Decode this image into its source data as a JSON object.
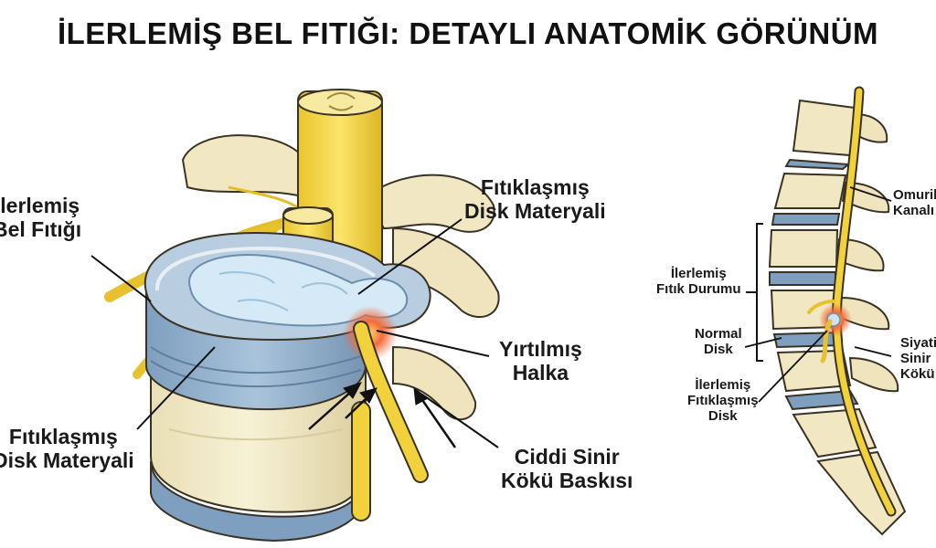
{
  "title": "İLERLEMİŞ BEL FITIĞI: DETAYLI ANATOMİK GÖRÜNÜM",
  "main_view": {
    "label_advanced": [
      "İlerlemiş",
      "Bel Fıtığı"
    ],
    "label_herniated_top": [
      "Fıtıklaşmış",
      "Disk Materyali"
    ],
    "label_torn_ring": [
      "Yırtılmış",
      "Halka"
    ],
    "label_herniated_bottom": [
      "Fıtıklaşmış",
      "Disk Materyali"
    ],
    "label_compression": [
      "Ciddi Sinir",
      "Kökü Baskısı"
    ]
  },
  "side_view": {
    "label_spinal_canal": [
      "Omurilik",
      "Kanalı"
    ],
    "label_advanced_state": [
      "İlerlemiş",
      "Fıtık Durumu"
    ],
    "label_normal_disk": [
      "Normal",
      "Disk"
    ],
    "label_advanced_herniated": [
      "İlerlemiş",
      "Fıtıklaşmış",
      "Disk"
    ],
    "label_sciatic": [
      "Siyatik",
      "Sinir",
      "Kökü"
    ]
  },
  "colors": {
    "bone": "#f4ecc8",
    "bone_shadow": "#d9cc9a",
    "disk": "#8fb0cc",
    "disk_dark": "#6f93b3",
    "nucleus": "#cfe6f5",
    "nerve": "#f2d23c",
    "inflammation": "#f0643a"
  }
}
